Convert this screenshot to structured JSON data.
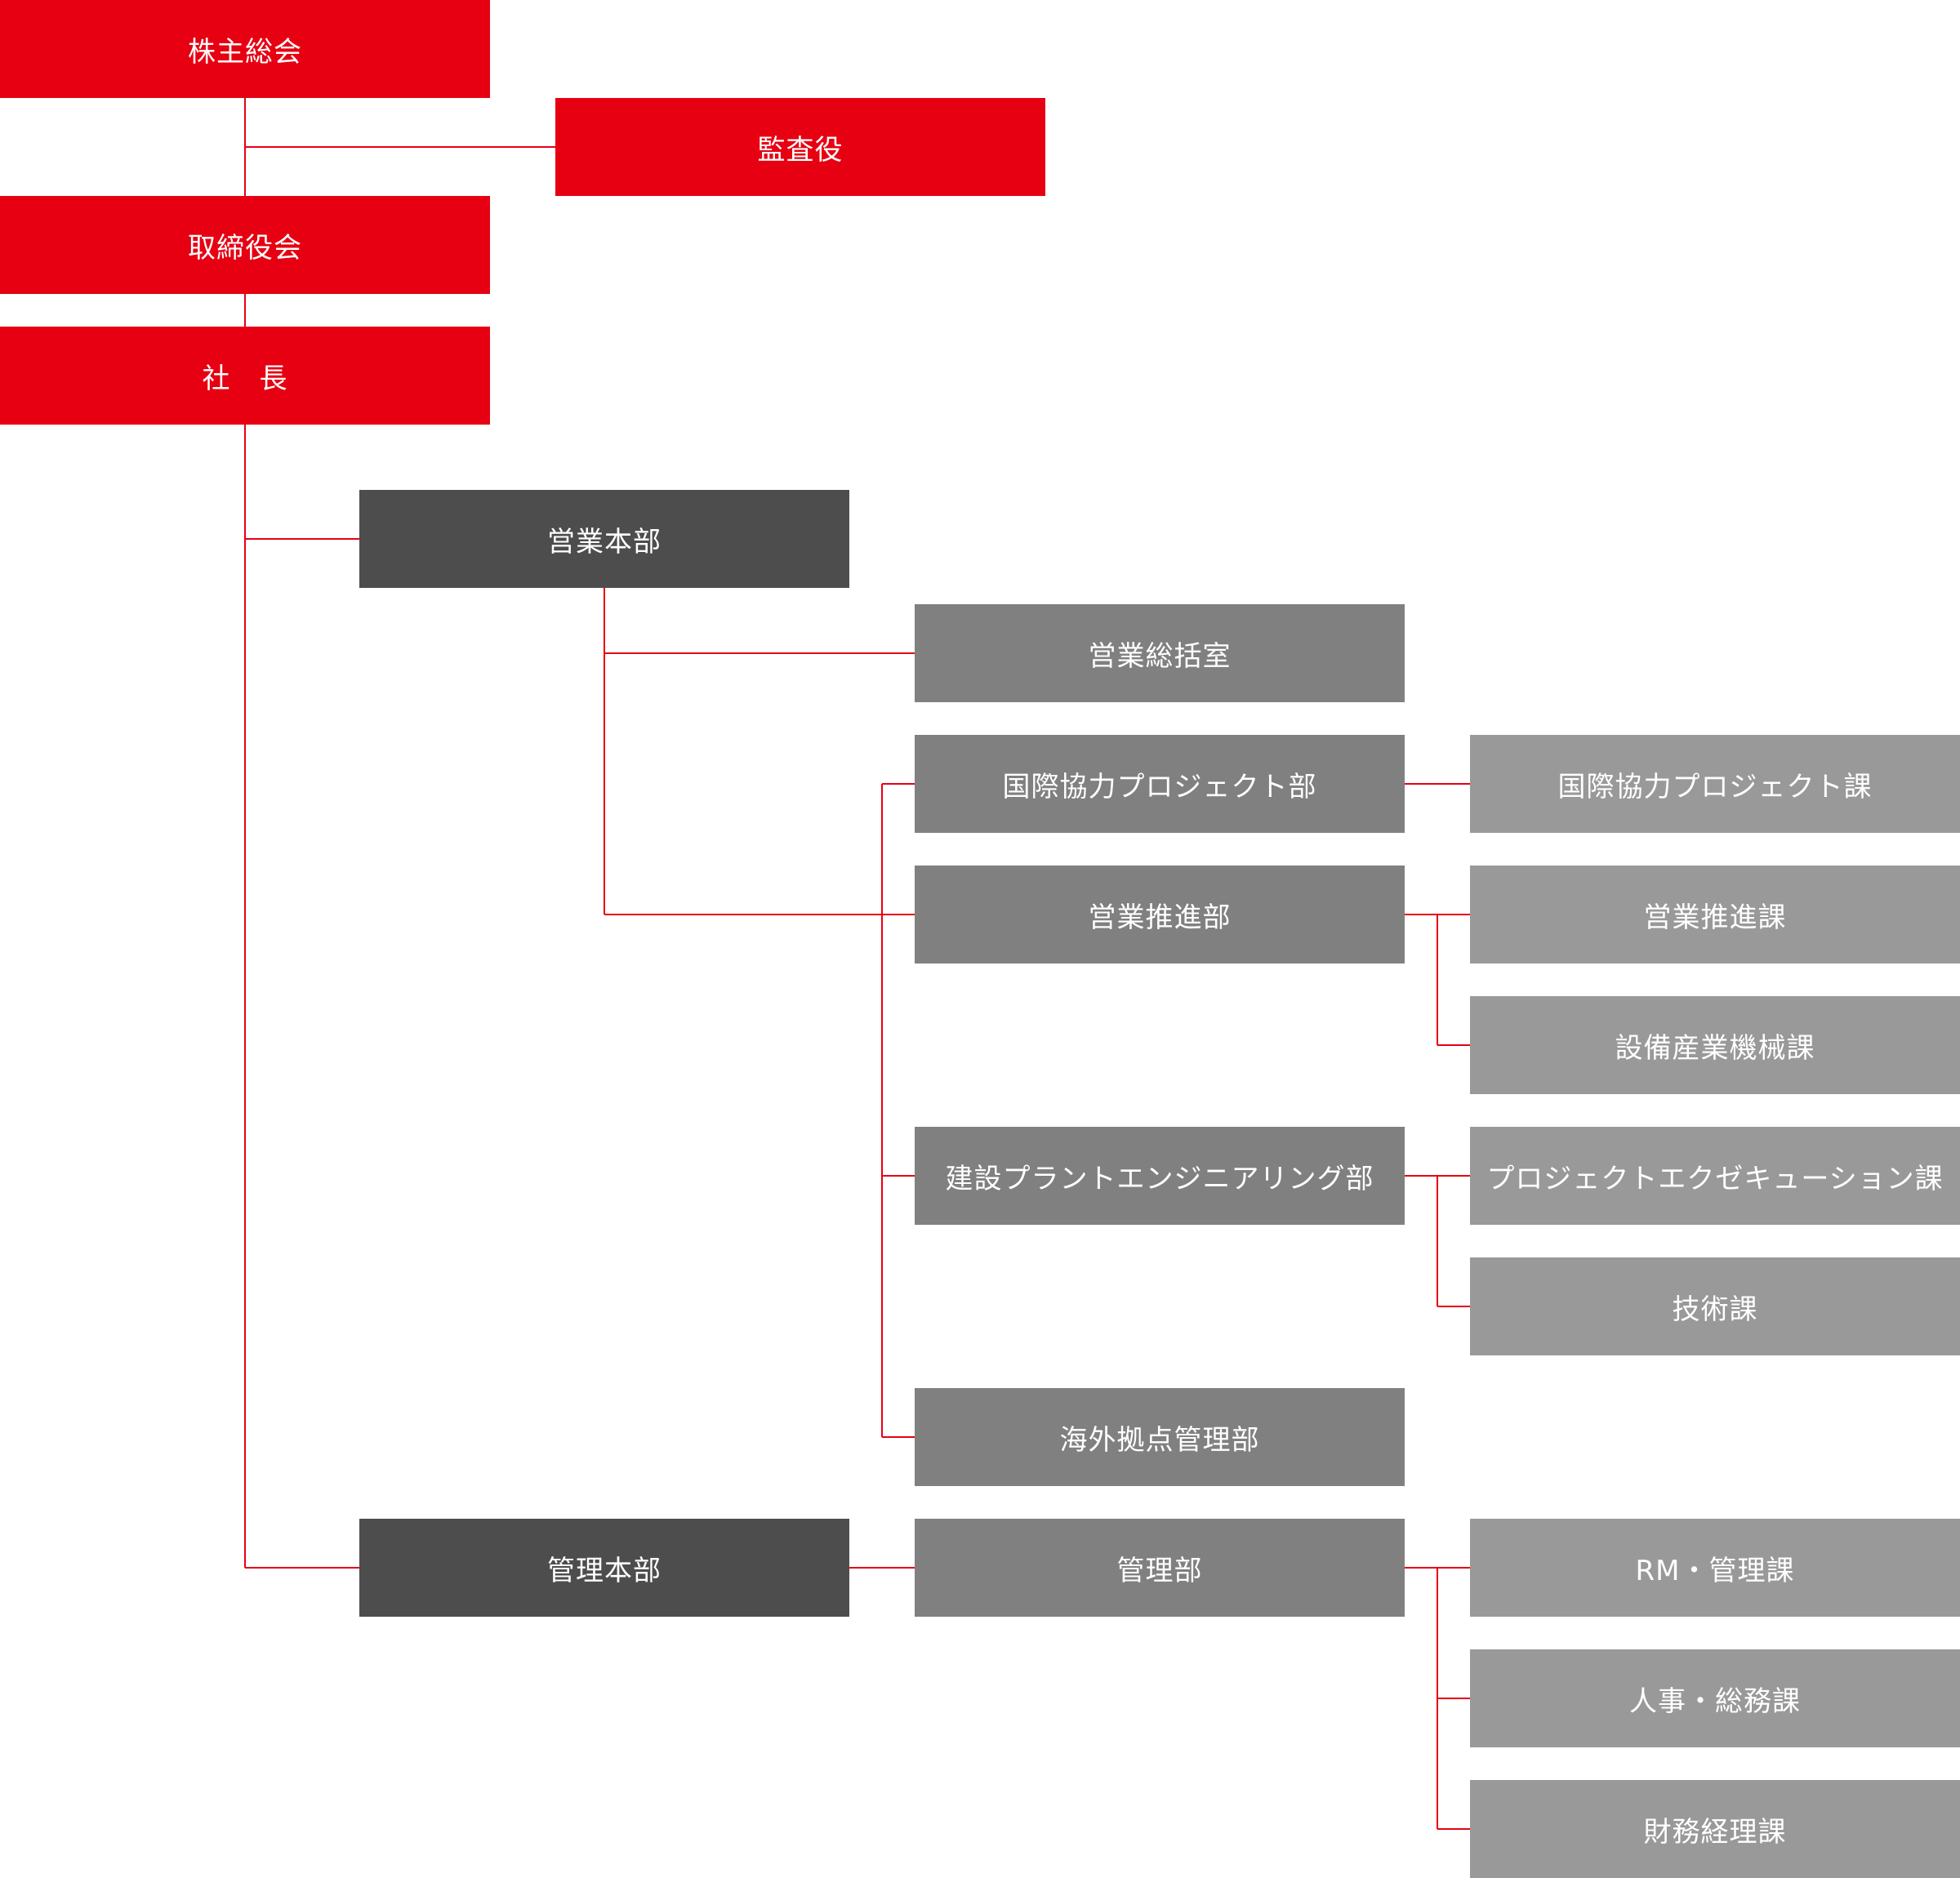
{
  "colors": {
    "line": "#e60012",
    "top_level": "#e60012",
    "headquarters": "#4d4d4d",
    "department": "#808080",
    "section": "#999999"
  },
  "nodes": {
    "shareholders": "株主総会",
    "auditor": "監査役",
    "board": "取締役会",
    "president": "社　長",
    "sales_hq": "営業本部",
    "sales_planning_office": "営業総括室",
    "intl_coop_dept": "国際協力プロジェクト部",
    "intl_coop_section": "国際協力プロジェクト課",
    "sales_promo_dept": "営業推進部",
    "sales_promo_section": "営業推進課",
    "equipment_section": "設備産業機械課",
    "plant_eng_dept": "建設プラントエンジニアリング部",
    "project_exec_section": "プロジェクトエクゼキューション課",
    "tech_section": "技術課",
    "overseas_dept": "海外拠点管理部",
    "admin_hq": "管理本部",
    "admin_dept": "管理部",
    "rm_section": "RM・管理課",
    "hr_section": "人事・総務課",
    "finance_section": "財務経理課"
  }
}
